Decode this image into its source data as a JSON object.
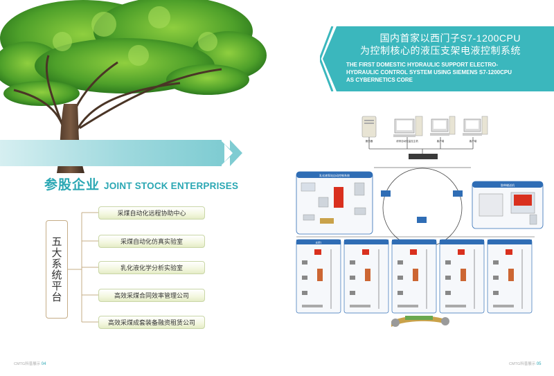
{
  "left_page": {
    "section_title_cn": "参股企业",
    "section_title_en": "JOINT STOCK ENTERPRISES",
    "platform_label": "五大系统平台",
    "items": [
      "采煤自动化远程协助中心",
      "采煤自动化仿真实验室",
      "乳化液化学分析实验室",
      "高效采煤合同效率管理公司",
      "高效采煤成套装备融资租赁公司"
    ],
    "footer_brand": "CMTG科普展示",
    "footer_page": "04"
  },
  "right_page": {
    "banner_cn_line1": "国内首家以西门子S7-1200CPU",
    "banner_cn_line2": "为控制核心的液压支架电液控制系统",
    "banner_en_line1": "THE FIRST DOMESTIC HYDRAULIC SUPPORT ELECTRO-",
    "banner_en_line2": "HYDRAULIC CONTROL SYSTEM USING SIEMENS S7-1200CPU",
    "banner_en_line3": "AS CYBERNETICS CORE",
    "diagram": {
      "top_devices": [
        "服务器",
        "综采自动化监控主机",
        "客户端",
        "客户端"
      ],
      "left_panel_title": "乳化液泵站自动控制系统",
      "right_panel_title": "胶带输送机",
      "unit_title": "支架1"
    },
    "footer_brand": "CMTG科普展示",
    "footer_page": "05"
  },
  "colors": {
    "accent_teal": "#2aa7b3",
    "banner_teal": "#3bb7bd",
    "box_border_gold": "#c5ac86",
    "item_border_green": "#c9d6a6",
    "panel_blue": "#2f6db5"
  }
}
